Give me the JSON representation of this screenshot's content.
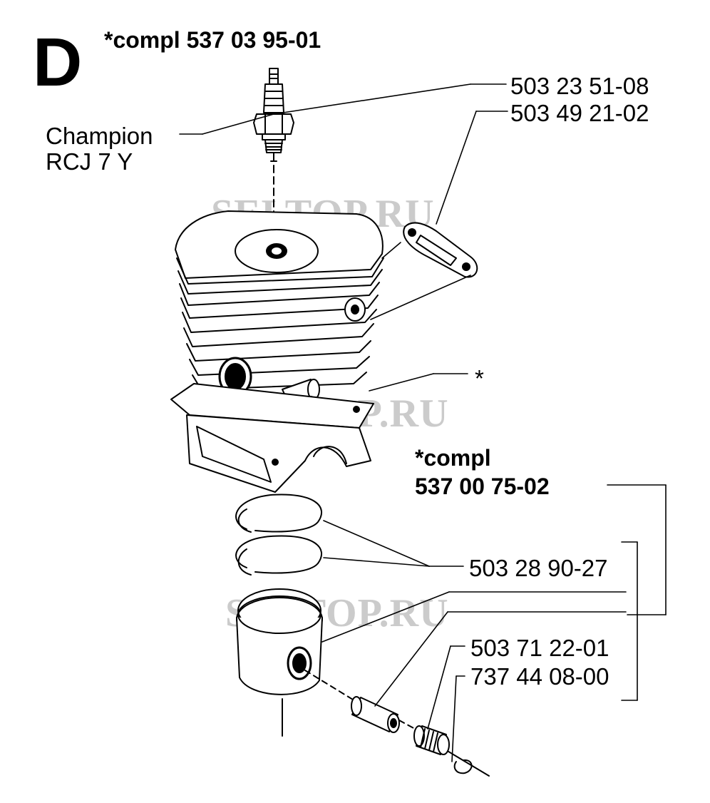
{
  "section_letter": "D",
  "title": "*compl 537 03 95-01",
  "spark_plug_label": [
    "Champion",
    "RCJ 7 Y"
  ],
  "part_numbers": {
    "spark_plug": "503 23 51-08",
    "gasket": "503 49 21-02",
    "cylinder": "*",
    "rings": "503 28 90-27",
    "pin_bearing": "503 71 22-01",
    "circlip": "737 44 08-00"
  },
  "kit": {
    "line1": "*compl",
    "line2": "537 00 75-02"
  },
  "watermark": "SELTOP.RU"
}
